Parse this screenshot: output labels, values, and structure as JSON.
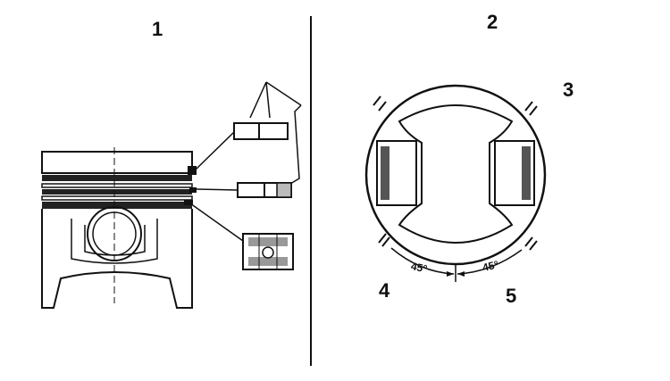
{
  "labels": {
    "panel_1": "1",
    "panel_2": "2",
    "callout_3": "3",
    "callout_4": "4",
    "callout_5": "5",
    "angle_left": "45°",
    "angle_right": "45°"
  },
  "colors": {
    "ink": "#111111",
    "paper": "#ffffff"
  }
}
